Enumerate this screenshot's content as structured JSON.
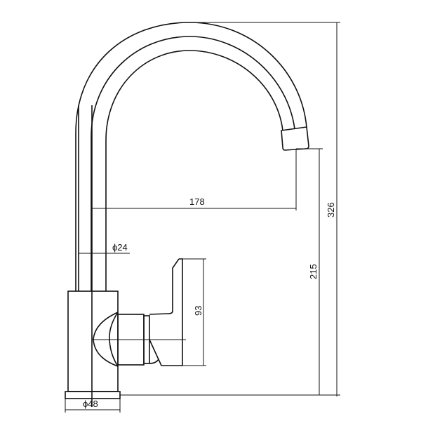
{
  "drawing": {
    "title": "Kitchen faucet dimension drawing",
    "units": "mm",
    "dimensions": {
      "total_height": "326",
      "spout_height": "215",
      "spout_reach": "178",
      "pipe_diameter": "ϕ24",
      "base_diameter": "ϕ48",
      "handle_height": "93"
    }
  }
}
